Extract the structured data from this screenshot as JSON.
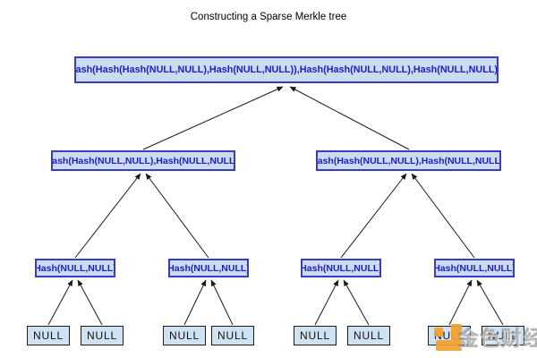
{
  "title": "Constructing a Sparse Merkle tree",
  "colors": {
    "hash_node_fill": "#ccdcf0",
    "hash_node_border": "#3c3cbe",
    "hash_node_text": "#1c1ccc",
    "leaf_fill": "#cfe2f3",
    "leaf_border": "#1a1a1a",
    "leaf_text": "#111111",
    "edge": "#1a1a1a",
    "watermark_logo": "#f2a12f",
    "watermark_text": "#969696"
  },
  "tree": {
    "root": {
      "label": "Hash(Hash(Hash(NULL,NULL),Hash(NULL,NULL)),Hash(Hash(NULL,NULL),Hash(NULL,NULL)))"
    },
    "level2": [
      {
        "label": "Hash(Hash(NULL,NULL),Hash(NULL,NULL))"
      },
      {
        "label": "Hash(Hash(NULL,NULL),Hash(NULL,NULL))"
      }
    ],
    "level3": [
      {
        "label": "Hash(NULL,NULL)"
      },
      {
        "label": "Hash(NULL,NULL)"
      },
      {
        "label": "Hash(NULL,NULL)"
      },
      {
        "label": "Hash(NULL,NULL)"
      }
    ],
    "leaves": [
      {
        "label": "NULL"
      },
      {
        "label": "NULL"
      },
      {
        "label": "NULL"
      },
      {
        "label": "NULL"
      },
      {
        "label": "NULL"
      },
      {
        "label": "NULL"
      },
      {
        "label": "NULL"
      },
      {
        "label": "NULL"
      }
    ]
  },
  "watermark": {
    "text": "金色财经",
    "logo": "jinse-finance-logo"
  }
}
